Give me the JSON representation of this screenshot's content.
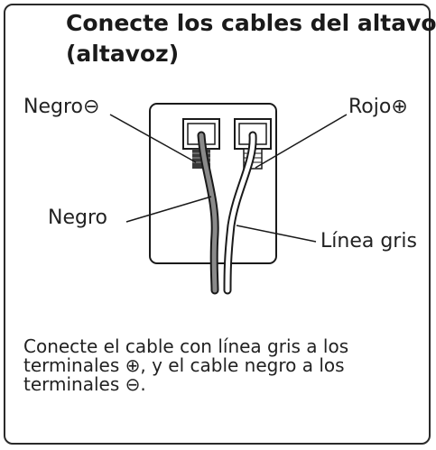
{
  "title": {
    "line1": "Conecte los cables del altavoz",
    "line2": "(altavoz)"
  },
  "labels": {
    "negro_minus": "Negro⊖",
    "rojo_plus": "Rojo⊕",
    "negro": "Negro",
    "linea_gris": "Línea gris"
  },
  "instruction": {
    "line1": "Conecte el cable con línea gris a los",
    "line2": "terminales ⊕, y el cable negro a los",
    "line3": "terminales ⊖."
  }
}
